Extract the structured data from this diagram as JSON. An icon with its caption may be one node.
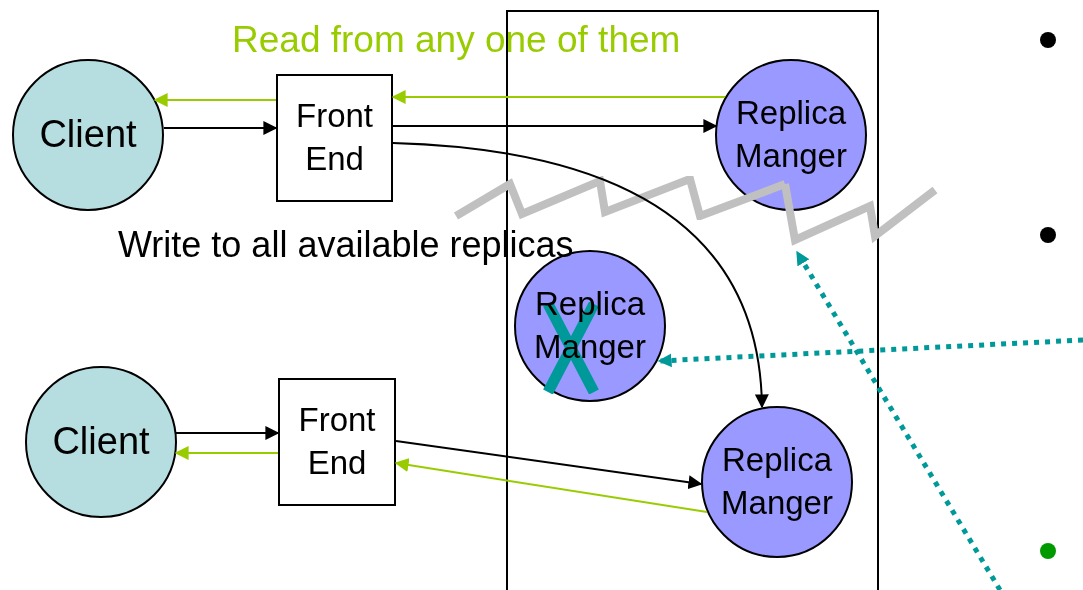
{
  "diagram": {
    "nodes": [
      {
        "text": [],
        "shape": "box"
      },
      {
        "text": [
          "Client"
        ]
      },
      {
        "text": [
          "Front End"
        ]
      },
      {
        "text": [
          "Replica Manger"
        ],
        "in": 0
      },
      {
        "text": [
          "Replica Manger"
        ],
        "in": 0
      },
      {
        "text": [
          "Replica Manger"
        ],
        "in": 0
      },
      {
        "text": [
          "Client"
        ]
      },
      {
        "text": [
          "Front End"
        ]
      },
      {
        "text": [],
        "shape": "zigzag"
      }
    ],
    "edges": [
      {
        "from": 2,
        "to": 1,
        "arrow": "to",
        "color": "#99cc00"
      },
      {
        "from": 1,
        "to": 2,
        "arrow": "to"
      },
      {
        "from": 3,
        "to": 2,
        "arrow": "to",
        "color": "#99cc00"
      },
      {
        "from": 2,
        "to": 3,
        "arrow": "to"
      },
      {
        "from": 2,
        "to": 5,
        "arrow": "to"
      },
      {
        "from": 6,
        "to": 7,
        "arrow": "to"
      },
      {
        "from": 7,
        "to": 6,
        "arrow": "to",
        "color": "#99cc00"
      },
      {
        "from": 7,
        "to": 5,
        "arrow": "to"
      },
      {
        "from": 5,
        "to": 7,
        "arrow": "to",
        "color": "#99cc00"
      },
      {
        "from": null,
        "to": 4,
        "arrow": "to",
        "style": "dashed",
        "color": "#009999"
      },
      {
        "from": null,
        "to": 8,
        "arrow": "to",
        "style": "dashed",
        "color": "#009999"
      }
    ],
    "labels": [
      "Read from any one of them",
      "Write to all available replicas"
    ]
  }
}
